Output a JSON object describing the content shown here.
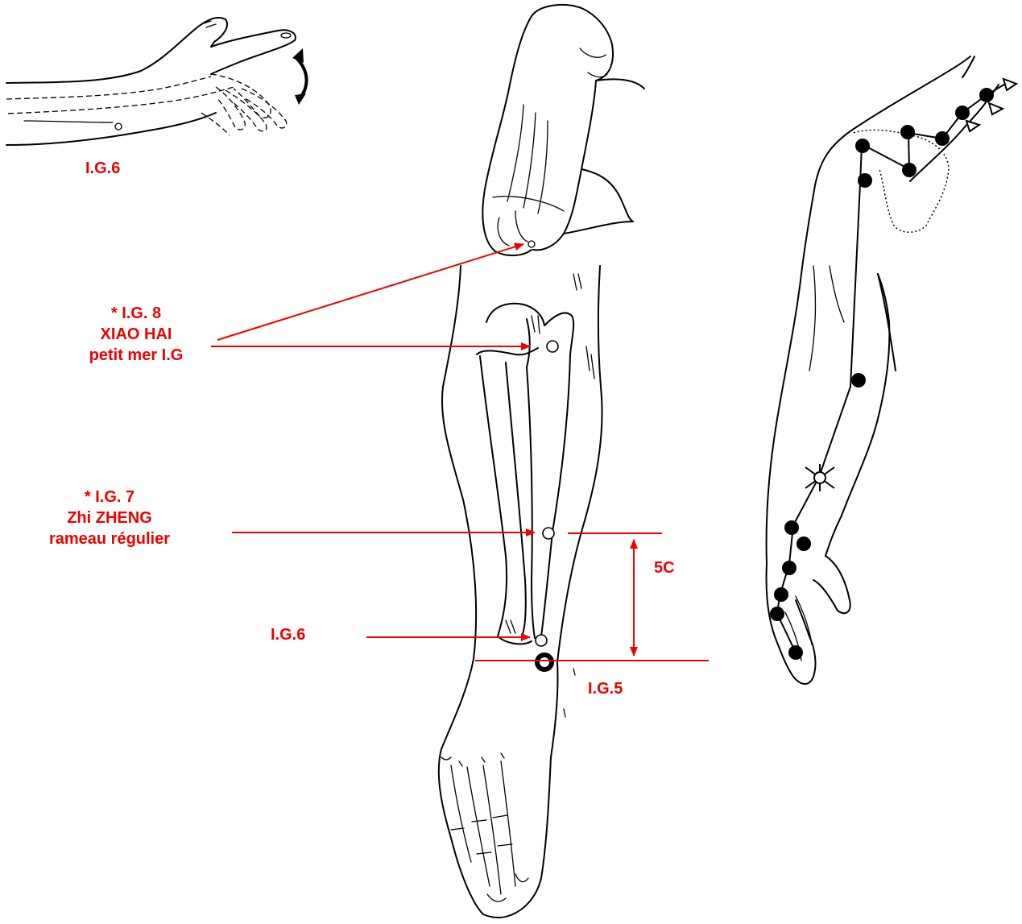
{
  "colors": {
    "annotation": "#ee0000",
    "ink": "#000000",
    "background": "#ffffff"
  },
  "labels": {
    "ig6_top": "I.G.6",
    "ig8_line1": "* I.G. 8",
    "ig8_line2": "XIAO HAI",
    "ig8_line3": "petit mer I.G",
    "ig7_line1": "* I.G. 7",
    "ig7_line2": "Zhi ZHENG",
    "ig7_line3": "rameau régulier",
    "ig6_mid": "I.G.6",
    "ig5": "I.G.5",
    "distance": "5C"
  },
  "icons": {
    "motion_arrow": "curved-double-arrow-icon",
    "acupoint_open": "hollow-circle-icon",
    "acupoint_main": "bold-ring-icon",
    "meridian_point": "filled-dot-icon",
    "star_point": "star-point-icon"
  }
}
